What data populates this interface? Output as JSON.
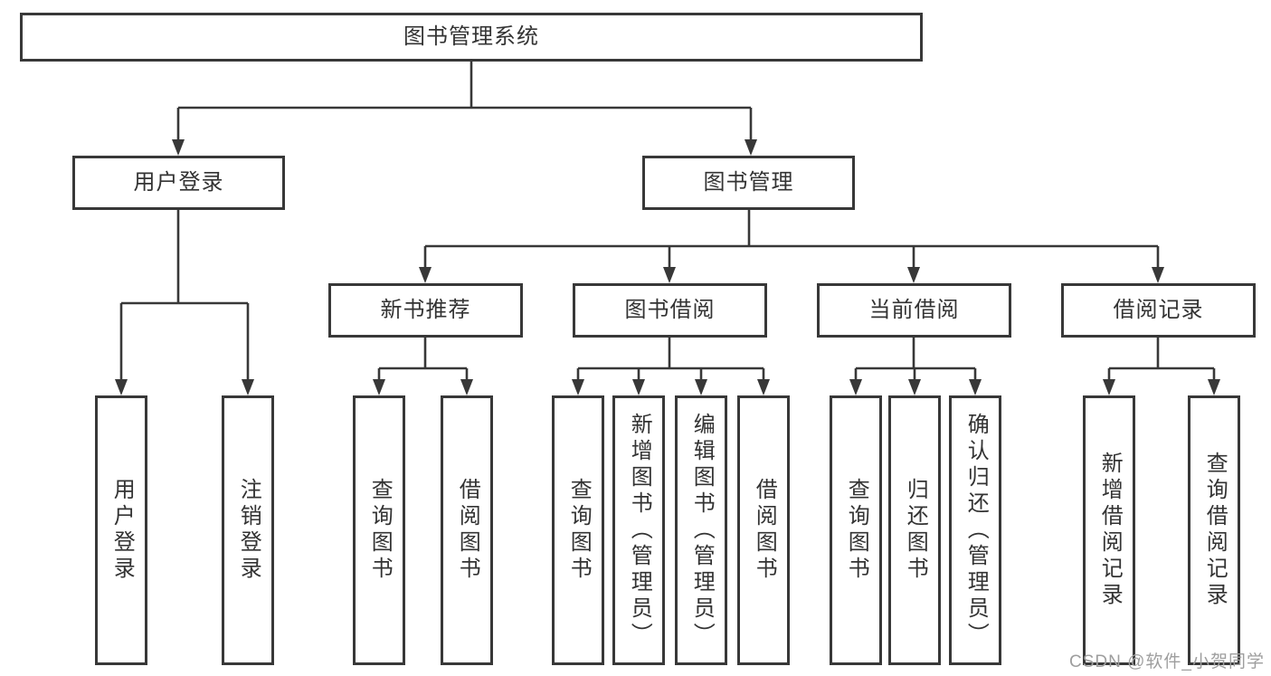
{
  "diagram": {
    "root": {
      "label": "图书管理系统"
    },
    "level2": [
      {
        "label": "用户登录"
      },
      {
        "label": "图书管理"
      }
    ],
    "level3": [
      {
        "label": "新书推荐"
      },
      {
        "label": "图书借阅"
      },
      {
        "label": "当前借阅"
      },
      {
        "label": "借阅记录"
      }
    ],
    "leaves": {
      "user_login": [
        {
          "label": "用户登录"
        },
        {
          "label": "注销登录"
        }
      ],
      "new_book_recommend": [
        {
          "label": "查询图书"
        },
        {
          "label": "借阅图书"
        }
      ],
      "book_borrow": [
        {
          "label": "查询图书"
        },
        {
          "label": "新增图书（管理员）"
        },
        {
          "label": "编辑图书（管理员）"
        },
        {
          "label": "借阅图书"
        }
      ],
      "current_borrow": [
        {
          "label": "查询图书"
        },
        {
          "label": "归还图书"
        },
        {
          "label": "确认归还（管理员）"
        }
      ],
      "borrow_records": [
        {
          "label": "新增借阅记录"
        },
        {
          "label": "查询借阅记录"
        }
      ]
    }
  },
  "watermark": "CSDN @软件_小贺同学",
  "colors": {
    "line": "#383838",
    "text": "#333333",
    "box_background": "#ffffff",
    "watermark": "#9e9e9e"
  }
}
